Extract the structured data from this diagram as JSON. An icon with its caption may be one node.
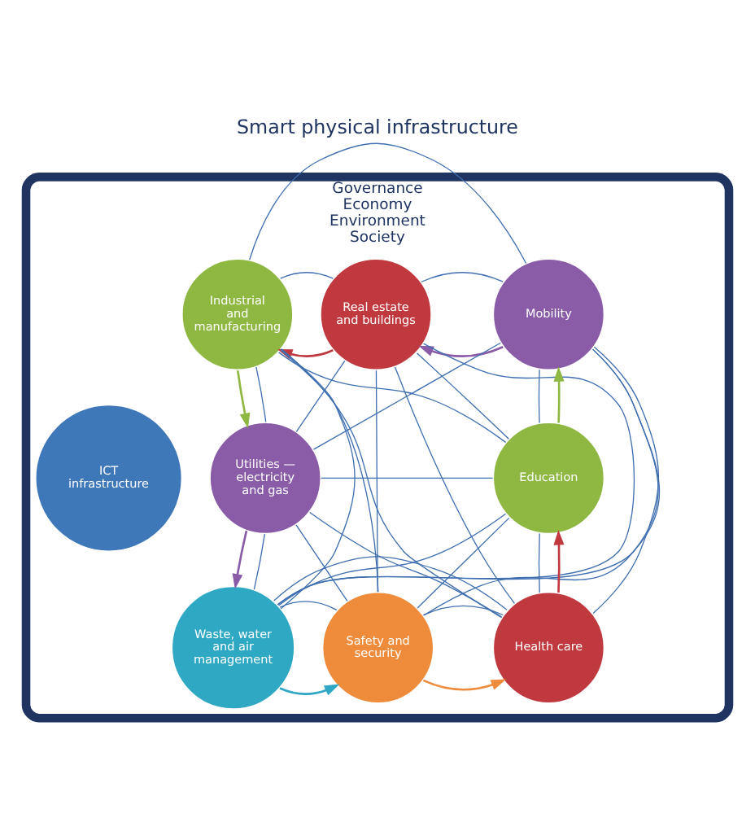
{
  "diagram": {
    "title": "Smart physical infrastructure",
    "nodes": [
      {
        "text": [
          "Governance",
          "Economy",
          "Environment",
          "Society"
        ]
      },
      {
        "text": [
          "Real estate and buildings"
        ],
        "in": 0
      },
      {
        "text": [
          "Mobility"
        ],
        "in": 0
      },
      {
        "text": [
          "Industrial and manufacturing"
        ],
        "in": 0
      },
      {
        "text": [
          "Education"
        ],
        "in": 0
      },
      {
        "text": [
          "ICT infrastructure"
        ],
        "in": 0
      },
      {
        "text": [
          "Utilities — electricity and gas"
        ],
        "in": 0
      },
      {
        "text": [
          "Health care"
        ],
        "in": 0
      },
      {
        "text": [
          "Waste, water and air management"
        ],
        "in": 0
      },
      {
        "text": [
          "Safety and security"
        ],
        "in": 0
      }
    ],
    "edges": [
      {
        "from": 2,
        "to": 1,
        "arrow": "to",
        "color": "#8a5ca8"
      },
      {
        "from": 1,
        "to": 3,
        "arrow": "to",
        "color": "#c0393f"
      },
      {
        "from": 3,
        "to": 6,
        "arrow": "to",
        "color": "#8fb843"
      },
      {
        "from": 6,
        "to": 8,
        "arrow": "to",
        "color": "#8a5ca8"
      },
      {
        "from": 8,
        "to": 9,
        "arrow": "to",
        "color": "#2fa8c4"
      },
      {
        "from": 9,
        "to": 7,
        "arrow": "to",
        "color": "#ee8c3c"
      },
      {
        "from": 7,
        "to": 4,
        "arrow": "to",
        "color": "#c0393f"
      },
      {
        "from": 4,
        "to": 2,
        "arrow": "to",
        "color": "#8fb843"
      },
      {
        "from": 1,
        "to": 2,
        "arrow": "none"
      },
      {
        "from": 1,
        "to": 3,
        "arrow": "none"
      },
      {
        "from": 1,
        "to": 4,
        "arrow": "none"
      },
      {
        "from": 1,
        "to": 6,
        "arrow": "none"
      },
      {
        "from": 1,
        "to": 7,
        "arrow": "none"
      },
      {
        "from": 1,
        "to": 8,
        "arrow": "none"
      },
      {
        "from": 1,
        "to": 9,
        "arrow": "none"
      },
      {
        "from": 2,
        "to": 3,
        "arrow": "none"
      },
      {
        "from": 2,
        "to": 4,
        "arrow": "none"
      },
      {
        "from": 2,
        "to": 6,
        "arrow": "none"
      },
      {
        "from": 2,
        "to": 7,
        "arrow": "none"
      },
      {
        "from": 2,
        "to": 8,
        "arrow": "none"
      },
      {
        "from": 2,
        "to": 9,
        "arrow": "none"
      },
      {
        "from": 3,
        "to": 4,
        "arrow": "none"
      },
      {
        "from": 3,
        "to": 6,
        "arrow": "none"
      },
      {
        "from": 3,
        "to": 7,
        "arrow": "none"
      },
      {
        "from": 3,
        "to": 8,
        "arrow": "none"
      },
      {
        "from": 3,
        "to": 9,
        "arrow": "none"
      },
      {
        "from": 4,
        "to": 6,
        "arrow": "none"
      },
      {
        "from": 4,
        "to": 7,
        "arrow": "none"
      },
      {
        "from": 4,
        "to": 8,
        "arrow": "none"
      },
      {
        "from": 4,
        "to": 9,
        "arrow": "none"
      },
      {
        "from": 6,
        "to": 7,
        "arrow": "none"
      },
      {
        "from": 6,
        "to": 8,
        "arrow": "none"
      },
      {
        "from": 6,
        "to": 9,
        "arrow": "none"
      },
      {
        "from": 7,
        "to": 8,
        "arrow": "none"
      },
      {
        "from": 7,
        "to": 9,
        "arrow": "none"
      },
      {
        "from": 8,
        "to": 9,
        "arrow": "none"
      }
    ]
  }
}
